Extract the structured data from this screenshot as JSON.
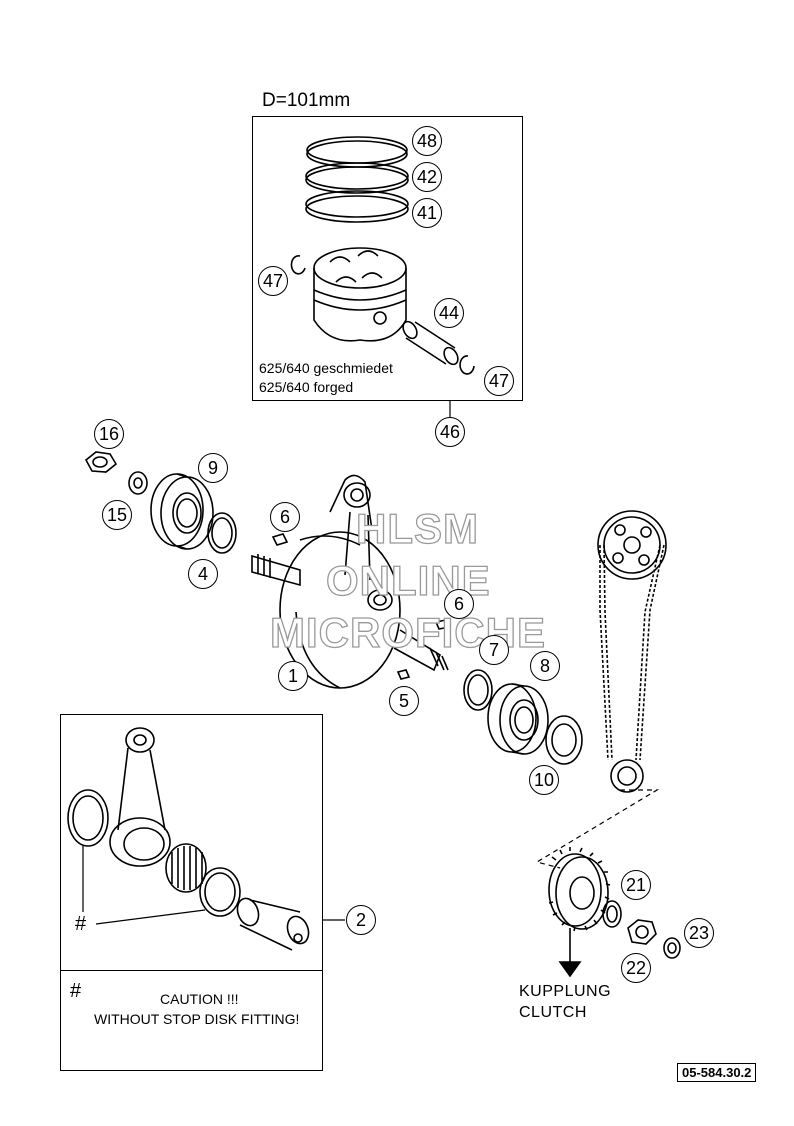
{
  "piston_box": {
    "diameter_label": "D=101mm",
    "variant_line1": "625/640  geschmiedet",
    "variant_line2": "625/640  forged"
  },
  "callouts": {
    "c48": "48",
    "c42": "42",
    "c41": "41",
    "c47a": "47",
    "c44": "44",
    "c47b": "47",
    "c46": "46",
    "c16": "16",
    "c9": "9",
    "c15": "15",
    "c6a": "6",
    "c4": "4",
    "c6b": "6",
    "c7": "7",
    "c8": "8",
    "c1": "1",
    "c5": "5",
    "c10": "10",
    "c2": "2",
    "c21": "21",
    "c23": "23",
    "c22": "22"
  },
  "rod_box": {
    "hash_mark": "#",
    "note_hash": "#",
    "caution_line1": "CAUTION !!!",
    "caution_line2": "WITHOUT STOP DISK FITTING!"
  },
  "clutch_label": {
    "line1": "KUPPLUNG",
    "line2": "CLUTCH"
  },
  "watermark": {
    "line1": "HLSM",
    "line2": "ONLINE",
    "line3": "MICROFICHE"
  },
  "drawing_code": "05-584.30.2"
}
